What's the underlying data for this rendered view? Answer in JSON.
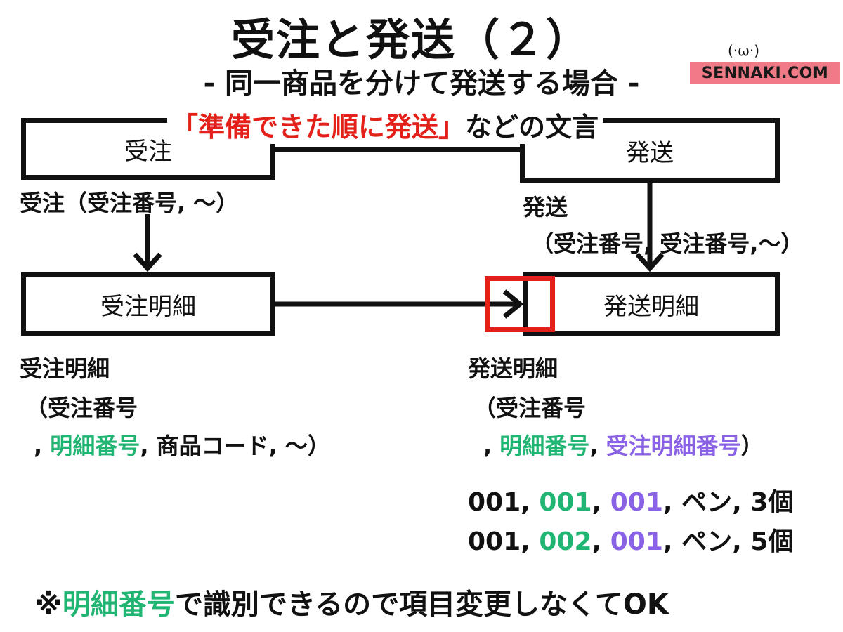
{
  "title": "受注と発送（２）",
  "subtitle": "- 同一商品を分けて発送する場合 -",
  "note": {
    "quoted": "「準備できた順に発送」",
    "rest": "などの文言"
  },
  "logo": {
    "text": "SENNAKI.COM",
    "face": "(·ω·)"
  },
  "boxes": {
    "juchu": "受注",
    "hasso": "発送",
    "juchu_meisai": "受注明細",
    "hasso_meisai": "発送明細"
  },
  "labels": {
    "juchu_entity": "受注（受注番号, 〜）",
    "hasso_entity_line1": "発送",
    "hasso_entity_line2": "（受注番号, 受注番号,〜）",
    "juchu_meisai_line1": "受注明細",
    "juchu_meisai_line2": "（受注番号",
    "juchu_meisai_line3_prefix": ",",
    "juchu_meisai_line3_key": "明細番号",
    "juchu_meisai_line3_rest": ", 商品コード, 〜）",
    "hasso_meisai_line1": "発送明細",
    "hasso_meisai_line2": "（受注番号",
    "hasso_meisai_line3_prefix": ",",
    "hasso_meisai_line3_key1": "明細番号",
    "hasso_meisai_line3_sep": ",",
    "hasso_meisai_line3_key2": "受注明細番号",
    "hasso_meisai_line3_end": "）"
  },
  "rows": [
    {
      "order_no": "001",
      "detail_no": "001",
      "order_detail_no": "001",
      "item": "ペン",
      "qty": "3個"
    },
    {
      "order_no": "001",
      "detail_no": "002",
      "order_detail_no": "001",
      "item": "ペン",
      "qty": "5個"
    }
  ],
  "bottom_note": {
    "prefix": "※",
    "key": "明細番号",
    "rest": "で識別できるので項目変更しなくてOK"
  },
  "colors": {
    "red": "#e32019",
    "green": "#21b573",
    "purple": "#8a62e6"
  }
}
